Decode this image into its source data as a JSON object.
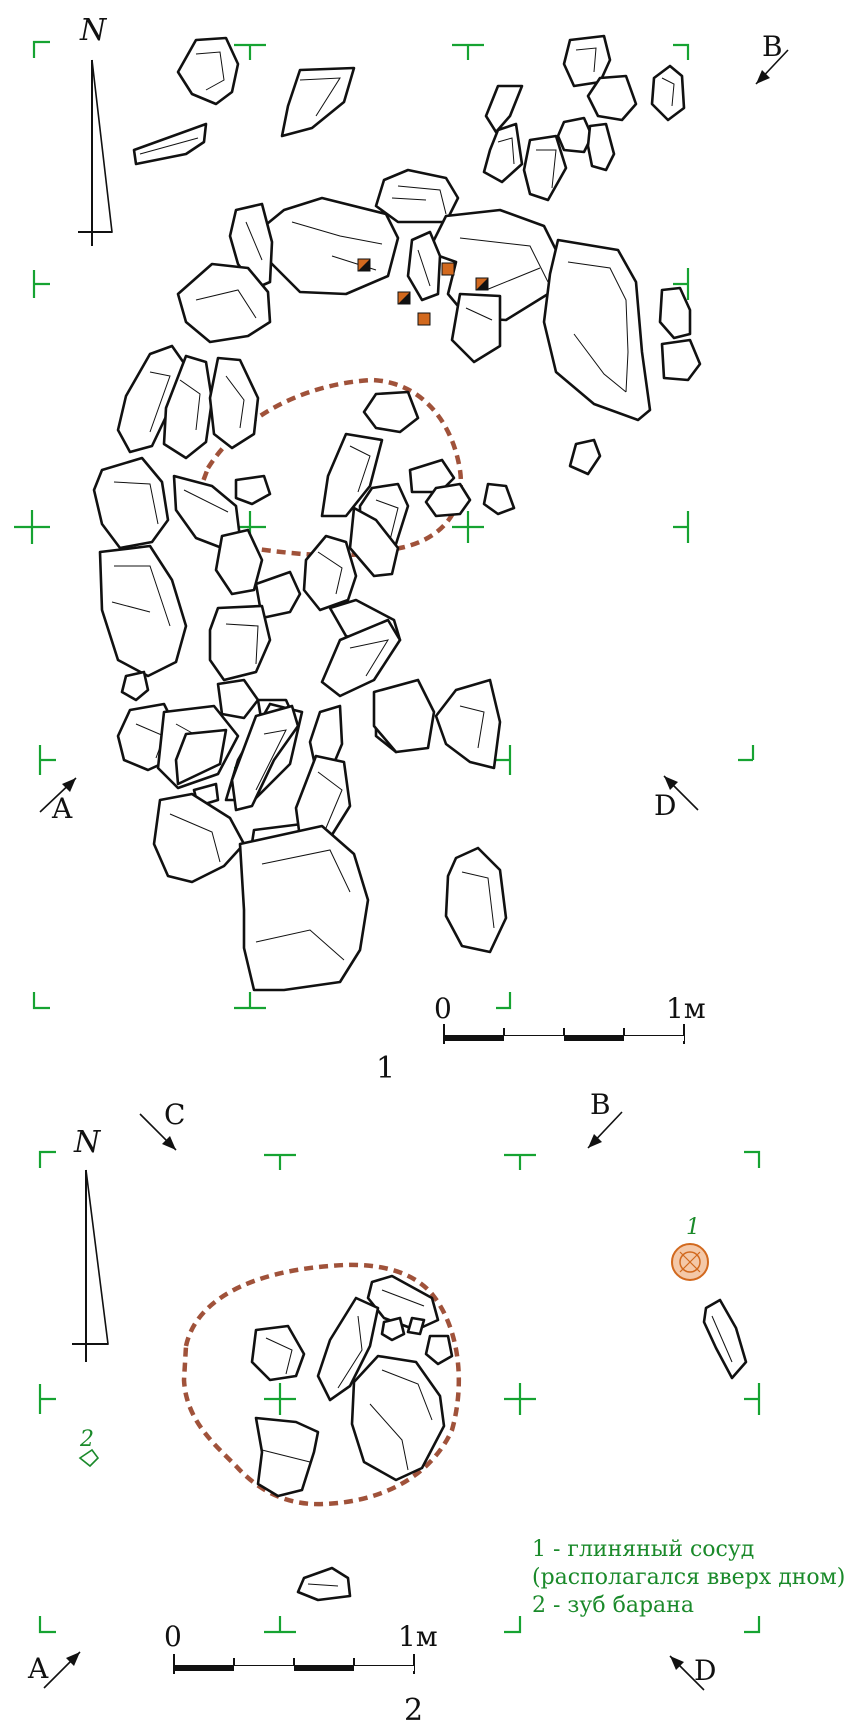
{
  "plan1": {
    "north": "N",
    "directions": {
      "a": "A",
      "b": "B",
      "d": "D"
    },
    "scale": {
      "start": "0",
      "end": "1м"
    },
    "caption": "1"
  },
  "plan2": {
    "north": "N",
    "directions": {
      "a": "A",
      "b": "B",
      "c": "C",
      "d": "D"
    },
    "scale": {
      "start": "0",
      "end": "1м"
    },
    "caption": "2",
    "find_markers": {
      "pot": "1",
      "tooth": "2"
    }
  },
  "legend": {
    "line1": "1 - глиняный сосуд",
    "line2": "(располагался вверх дном);",
    "line3": "2 - зуб барана"
  },
  "colors": {
    "grid": "#16a332",
    "pit_outline": "#a0523a",
    "finds": "#d2691e",
    "legend_text": "#1a8a2a"
  }
}
